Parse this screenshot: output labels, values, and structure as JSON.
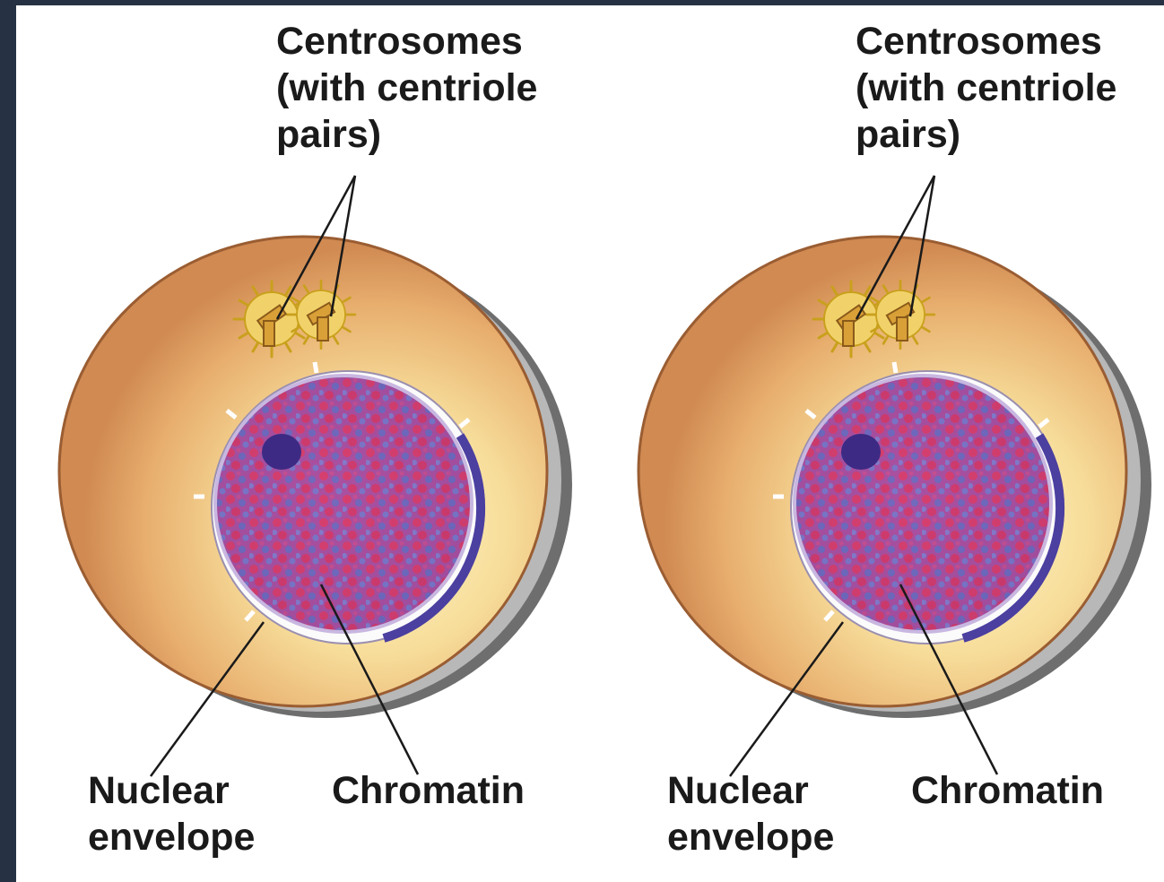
{
  "image_colors": {
    "background": "#263244",
    "cytoplasm": "#dd9a62",
    "nucleus": "#b557a8",
    "centrosome": "#e8c24a"
  },
  "panels": [
    {
      "id": "left",
      "centrosomes_label": [
        "Centrosomes",
        "(with centriole",
        "pairs)"
      ],
      "nuclear_label": [
        "Nuclear",
        "envelope"
      ],
      "chromatin_label": "Chromatin"
    },
    {
      "id": "right",
      "centrosomes_label": [
        "Centrosomes",
        "(with centriole",
        "pairs)"
      ],
      "nuclear_label": [
        "Nuclear",
        "envelope"
      ],
      "chromatin_label": "Chromatin"
    }
  ]
}
